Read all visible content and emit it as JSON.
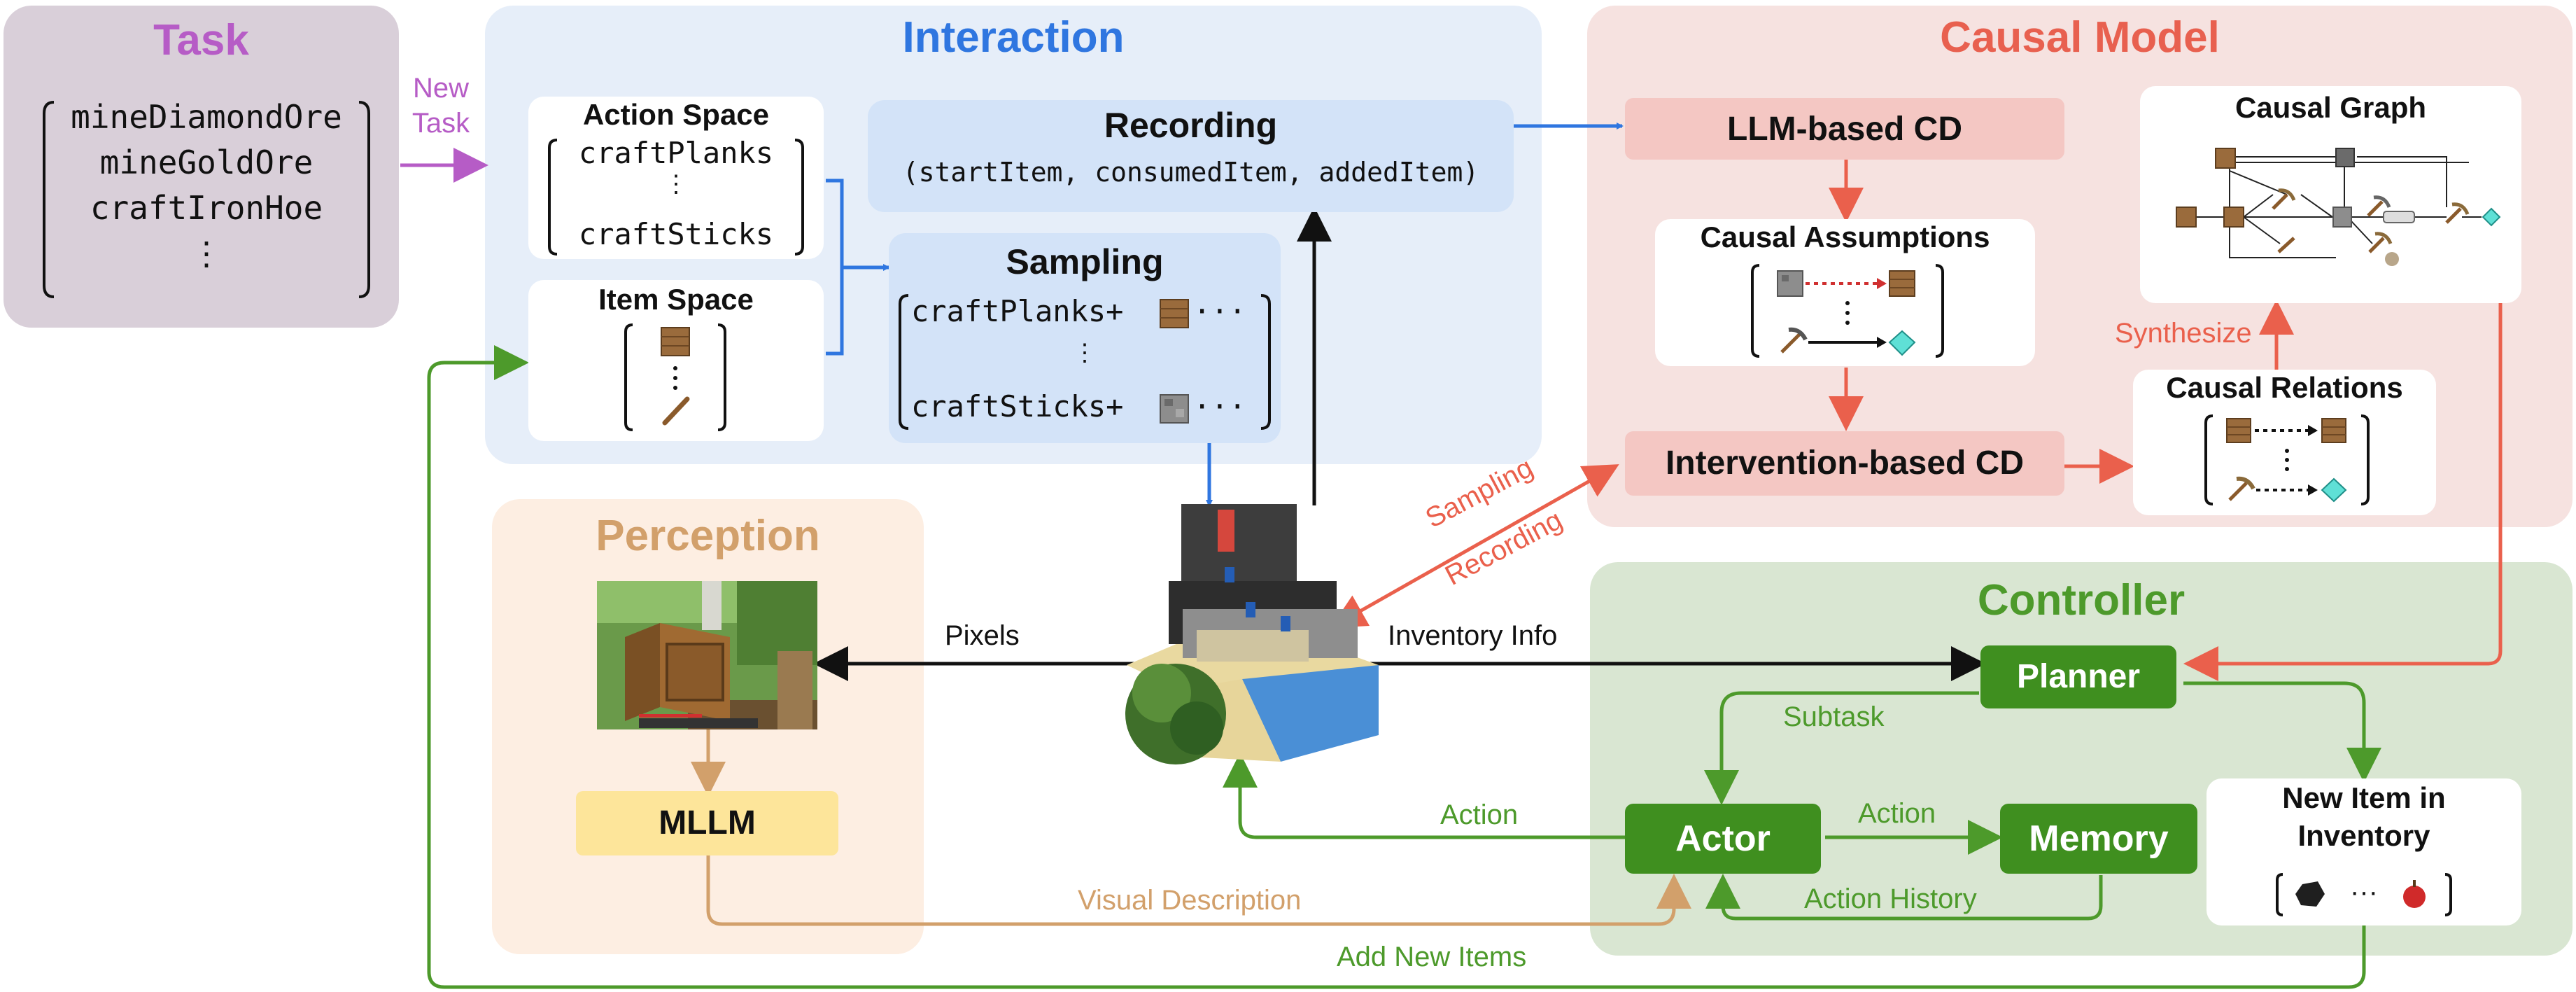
{
  "colors": {
    "task_bg": "#d9cfd9",
    "task_title": "#b65cc6",
    "interaction_bg": "#e6eef9",
    "interaction_title": "#2f76e0",
    "inner_blue": "#d3e3f8",
    "causal_bg": "#f6e2e0",
    "causal_title": "#e8604f",
    "cd_box": "#f4c7c3",
    "perception_bg": "#fdeee2",
    "perception_title": "#d2a06b",
    "mllm_box": "#fde59a",
    "controller_bg": "#d9e6d2",
    "controller_title": "#4d9a2b",
    "green_box": "#3f8f1f",
    "arrow_blue": "#2f76e0",
    "arrow_red": "#ea604c",
    "arrow_green": "#4d9a2b",
    "arrow_tan": "#d2a06b",
    "arrow_purple": "#b65cc6"
  },
  "task": {
    "title": "Task",
    "items": [
      "mineDiamondOre",
      "mineGoldOre",
      "craftIronHoe",
      "⋮"
    ],
    "new_task_label": [
      "New",
      "Task"
    ]
  },
  "interaction": {
    "title": "Interaction",
    "action_space": {
      "title": "Action Space",
      "items": [
        "craftPlanks",
        "⋮",
        "craftSticks"
      ]
    },
    "item_space": {
      "title": "Item Space",
      "icons": [
        "planks-block-icon",
        "vertical-dots",
        "stick-icon"
      ]
    },
    "recording": {
      "title": "Recording",
      "tuple": "(startItem, consumedItem, addedItem)"
    },
    "sampling": {
      "title": "Sampling",
      "rows": [
        "craftPlanks+",
        "⋮",
        "craftSticks+"
      ],
      "ellipsis": "···"
    }
  },
  "causal_model": {
    "title": "Causal Model",
    "llm_cd": "LLM-based CD",
    "assumptions_title": "Causal Assumptions",
    "intervention_cd": "Intervention-based CD",
    "relations_title": "Causal Relations",
    "graph_title": "Causal Graph",
    "synthesize_label": "Synthesize"
  },
  "perception": {
    "title": "Perception",
    "mllm": "MLLM"
  },
  "controller": {
    "title": "Controller",
    "planner": "Planner",
    "actor": "Actor",
    "memory": "Memory",
    "new_item_title": [
      "New Item in",
      "Inventory"
    ],
    "new_item_ellipsis": "···"
  },
  "edges": {
    "pixels": "Pixels",
    "inventory_info": "Inventory Info",
    "sampling": "Sampling",
    "recording": "Recording",
    "subtask": "Subtask",
    "action_to_env": "Action",
    "action_to_memory": "Action",
    "action_history": "Action History",
    "visual_description": "Visual Description",
    "add_new_items": "Add New Items"
  }
}
